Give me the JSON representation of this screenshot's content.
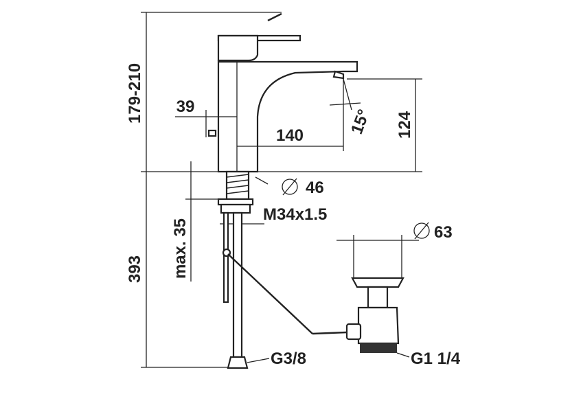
{
  "dimensions": {
    "total_height": "179-210",
    "lever_offset": "39",
    "spout_reach": "140",
    "spout_angle": "15°",
    "spout_height": "124",
    "body_diameter": "46",
    "thread": "M34x1.5",
    "max_thickness": "max. 35",
    "below_height": "393",
    "drain_diameter": "63",
    "hose_connection": "G3/8",
    "drain_connection": "G1 1/4"
  },
  "symbols": {
    "diameter": "⌀"
  }
}
